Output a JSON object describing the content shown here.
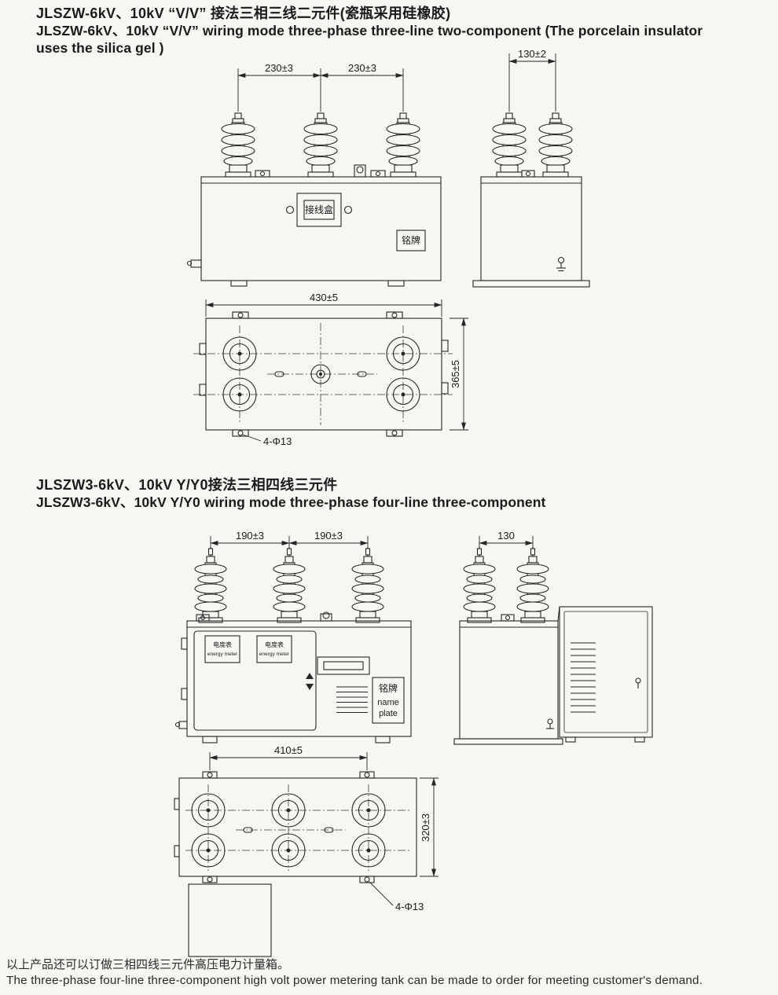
{
  "colors": {
    "ink": "#1b1b1b",
    "line": "#262626",
    "background": "#f6f6f3"
  },
  "section1": {
    "title_zh": "JLSZW-6kV、10kV “V/V” 接法三相三线二元件(瓷瓶采用硅橡胶)",
    "title_en_line1": "JLSZW-6kV、10kV “V/V” wiring mode three-phase three-line two-component (The porcelain insulator",
    "title_en_line2": "uses the silica gel )",
    "front_view": {
      "dim_left": "230±3",
      "dim_right": "230±3",
      "junction_box_label": "接线盒",
      "nameplate_label": "铭牌"
    },
    "side_view": {
      "dim_width": "130±2"
    },
    "top_view": {
      "dim_width": "430±5",
      "dim_depth": "365±5",
      "holes_label": "4-Φ13"
    }
  },
  "section2": {
    "title_zh": "JLSZW3-6kV、10kV Y/Y0接法三相四线三元件",
    "title_en": "JLSZW3-6kV、10kV Y/Y0 wiring mode three-phase four-line three-component",
    "front_view": {
      "dim_left": "190±3",
      "dim_right": "190±3",
      "meter1_zh": "电度表",
      "meter1_en": "energy meter",
      "meter2_zh": "电度表",
      "meter2_en": "energy meter",
      "nameplate_zh": "铭牌",
      "nameplate_en1": "name",
      "nameplate_en2": "plate"
    },
    "side_view": {
      "dim_width": "130"
    },
    "top_view": {
      "dim_width": "410±5",
      "dim_depth": "320±3",
      "holes_label": "4-Φ13"
    }
  },
  "footer": {
    "note_zh": "以上产品还可以订做三相四线三元件高压电力计量箱。",
    "note_en": "The three-phase four-line three-component high volt power metering tank can be made to order for meeting customer's demand."
  }
}
